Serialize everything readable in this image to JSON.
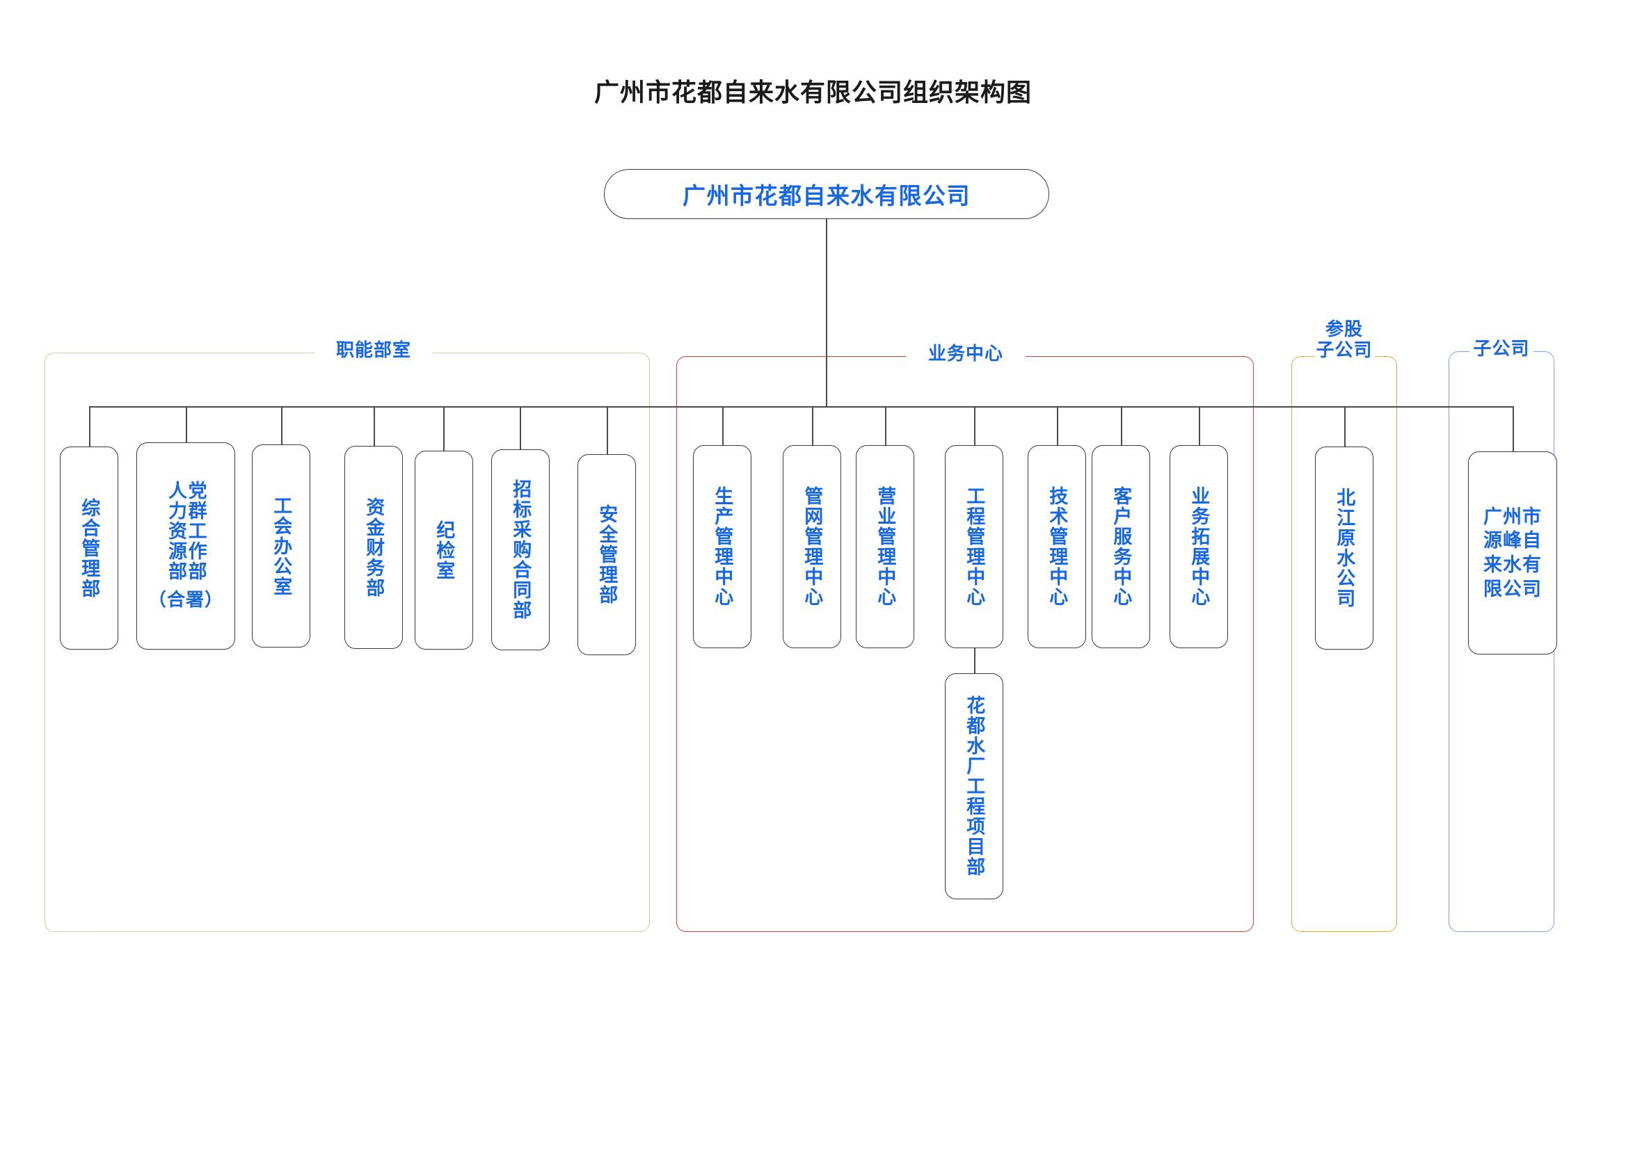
{
  "page": {
    "title": "广州市花都自来水有限公司组织架构图"
  },
  "root": {
    "name": "广州市花都自来水有限公司",
    "color": "#1667e0"
  },
  "groups": [
    {
      "id": "functional",
      "caption": "职能部室",
      "caption_lines": [
        "职能部室"
      ],
      "border_color": "#cfc9a4"
    },
    {
      "id": "business",
      "caption": "业务中心",
      "caption_lines": [
        "业务中心"
      ],
      "border_color": "#e03b36"
    },
    {
      "id": "associated",
      "caption": "参股子公司",
      "caption_lines": [
        "参股",
        "子公司"
      ],
      "border_color": "#e8a33d"
    },
    {
      "id": "subsidiary",
      "caption": "子公司",
      "caption_lines": [
        "子公司"
      ],
      "border_color": "#7aa5dd"
    }
  ],
  "nodes": {
    "functional": [
      {
        "label": "综合管理部"
      },
      {
        "label": "人力资源部",
        "label2": "党群工作部",
        "suffix": "（合署）"
      },
      {
        "label": "工会办公室"
      },
      {
        "label": "资金财务部"
      },
      {
        "label": "纪检室"
      },
      {
        "label": "招标采购合同部"
      },
      {
        "label": "安全管理部"
      }
    ],
    "business": [
      {
        "label": "生产管理中心"
      },
      {
        "label": "管网管理中心"
      },
      {
        "label": "营业管理中心"
      },
      {
        "label": "工程管理中心",
        "child": "花都水厂工程项目部"
      },
      {
        "label": "技术管理中心"
      },
      {
        "label": "客户服务中心"
      },
      {
        "label": "业务拓展中心"
      }
    ],
    "associated": [
      {
        "label": "北江原水公司"
      }
    ],
    "subsidiary": [
      {
        "label": "广州市源峰自来水有限公司"
      }
    ]
  }
}
